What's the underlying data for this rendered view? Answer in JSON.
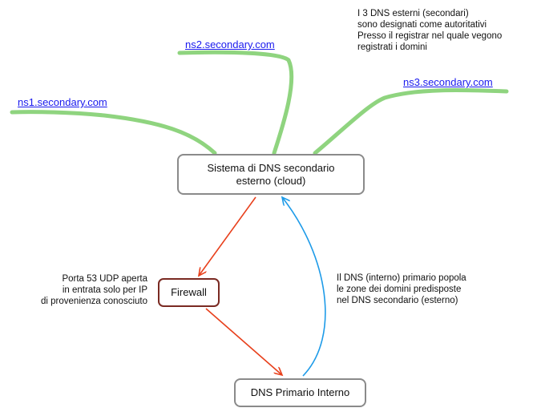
{
  "nodes": {
    "cloud": {
      "line1": "Sistema di DNS secondario",
      "line2": "esterno (cloud)"
    },
    "firewall": {
      "label": "Firewall"
    },
    "dns_primary": {
      "label": "DNS Primario Interno"
    }
  },
  "links": {
    "ns1": "ns1.secondary.com",
    "ns2": "ns2.secondary.com",
    "ns3": "ns3.secondary.com"
  },
  "notes": {
    "authoritative": [
      "I 3 DNS esterni (secondari)",
      "sono designati come autoritativi",
      "Presso il registrar nel quale vegono",
      "registrati i domini"
    ],
    "firewall_port": [
      "Porta 53 UDP aperta",
      "in entrata solo per IP",
      "di provenienza conosciuto"
    ],
    "zone_transfer": [
      "Il DNS (interno) primario popola",
      "le zone dei domini predisposte",
      "nel DNS secondario (esterno)"
    ]
  },
  "colors": {
    "branch_green": "#8fd47f",
    "arrow_red": "#e8401c",
    "arrow_blue": "#1e9be8",
    "link_blue": "#1a1aee",
    "firewall_border": "#7a2a22",
    "node_border": "#8a8a8a"
  }
}
